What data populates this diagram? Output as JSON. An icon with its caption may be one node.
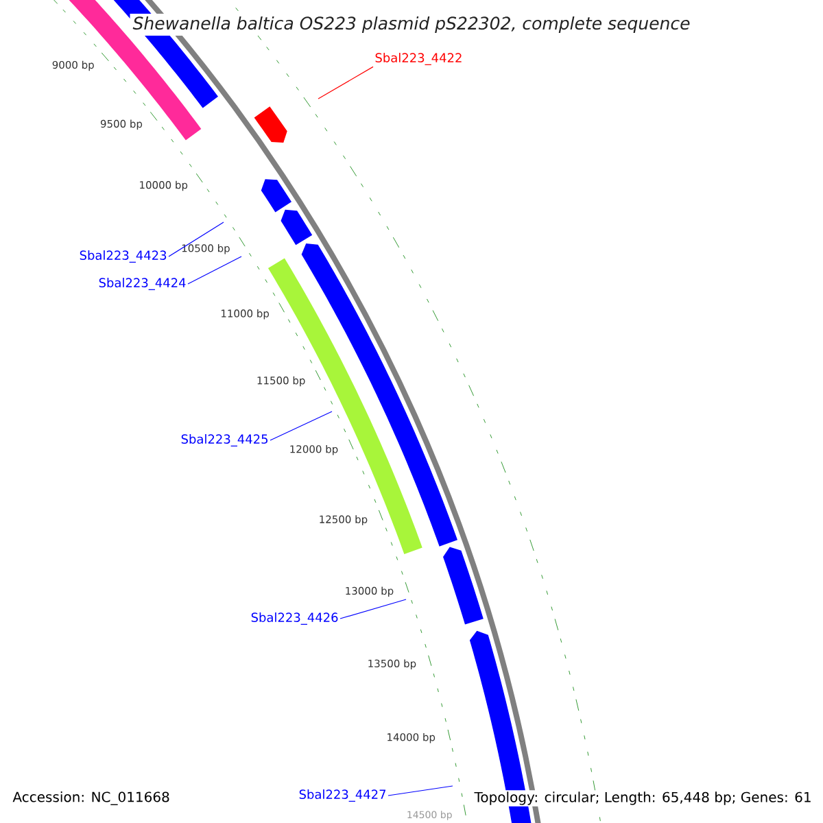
{
  "diagram": {
    "title": "*Shewanella baltica* OS223 plasmid pS22302, complete sequence",
    "nodes": [
      {
        "text": [
          "Sbal223_4422"
        ]
      },
      {
        "text": [
          "Sbal223_4423"
        ]
      },
      {
        "text": [
          "Sbal223_4424"
        ]
      },
      {
        "text": [
          "Sbal223_4425"
        ]
      },
      {
        "text": [
          "Sbal223_4426"
        ]
      },
      {
        "text": [
          "Sbal223_4427"
        ]
      }
    ],
    "edges": [
      {
        "from": 0,
        "to": null,
        "arrow": "none",
        "color": "#ff0000"
      },
      {
        "from": 1,
        "to": null,
        "arrow": "none"
      },
      {
        "from": 2,
        "to": null,
        "arrow": "none"
      },
      {
        "from": 3,
        "to": null,
        "arrow": "none"
      },
      {
        "from": 4,
        "to": null,
        "arrow": "none"
      },
      {
        "from": 5,
        "to": null,
        "arrow": "none"
      }
    ],
    "labels": [
      "9000 bp",
      "9500 bp",
      "10000 bp",
      "10500 bp",
      "11000 bp",
      "11500 bp",
      "12000 bp",
      "12500 bp",
      "13000 bp",
      "13500 bp",
      "14000 bp",
      "14500 bp",
      "Accession: NC_011668",
      "Topology: circular; Length: 65,448 bp; Genes: 61"
    ]
  }
}
